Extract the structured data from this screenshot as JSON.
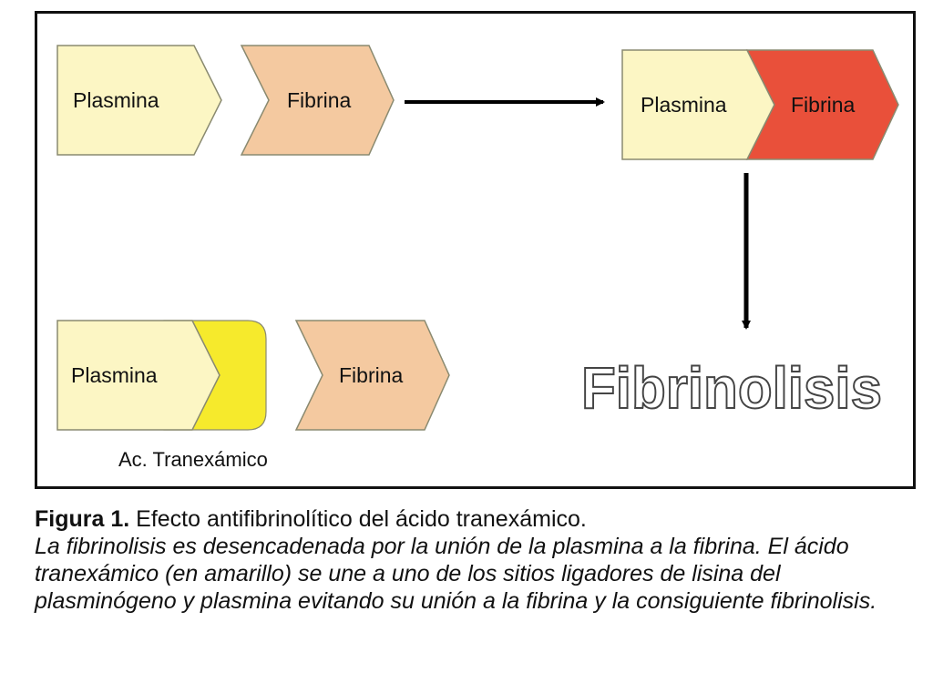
{
  "diagram": {
    "top_left": {
      "plasmina": "Plasmina",
      "fibrina": "Fibrina"
    },
    "top_right": {
      "plasmina": "Plasmina",
      "fibrina": "Fibrina"
    },
    "bottom_left": {
      "plasmina": "Plasmina",
      "fibrina": "Fibrina",
      "drug_label": "Ac. Tranexámico"
    },
    "result": "Fibrinolisis"
  },
  "caption": {
    "label": "Figura 1.",
    "title": "Efecto antifibrinolítico del ácido tranexámico.",
    "body": "La fibrinolisis es desencadenada por la unión de la plasmina a la fibrina. El ácido tranexámico (en amarillo) se une a uno de los sitios ligadores de lisina del plasminógeno y plasmina evitando su unión a la fibrina y la consiguiente fibrinolisis."
  },
  "colors": {
    "plasmina": "#fcf6c4",
    "fibrina": "#f4c9a0",
    "fibrina_bound": "#e9503a",
    "tranexamico": "#f6ea2c",
    "stroke": "#8a8a70"
  }
}
